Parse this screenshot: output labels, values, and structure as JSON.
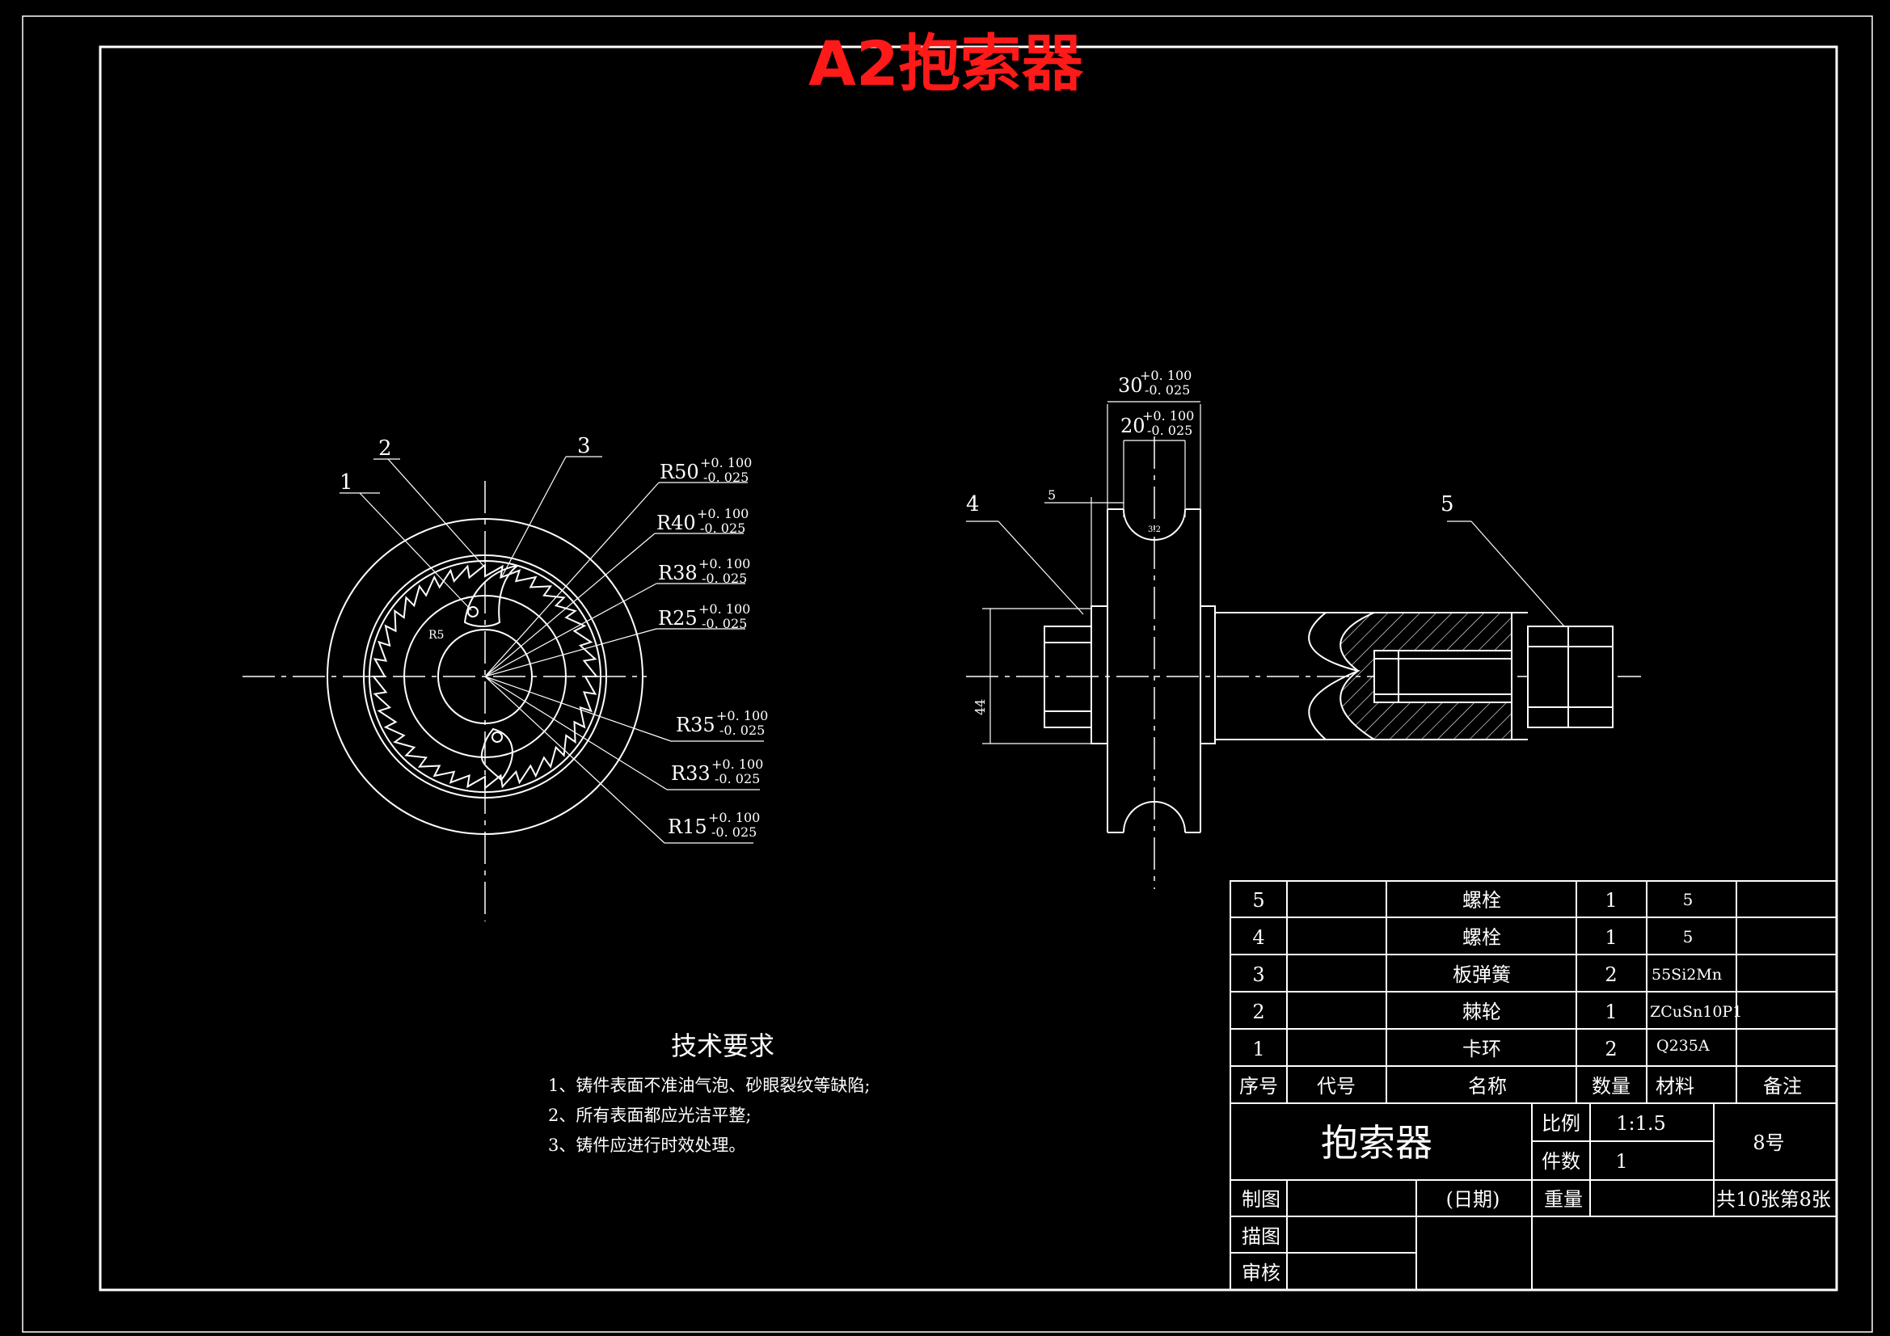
{
  "title": "A2抱索器",
  "colors": {
    "background": "#000000",
    "lines": "#ffffff",
    "title": "#ff1a1a"
  },
  "front_view": {
    "balloons": [
      "1",
      "2",
      "3"
    ],
    "small_radius_label": "R5",
    "radii": [
      {
        "base": "R50",
        "upper": "+0. 100",
        "lower": "-0. 025"
      },
      {
        "base": "R40",
        "upper": "+0. 100",
        "lower": "-0. 025"
      },
      {
        "base": "R38",
        "upper": "+0. 100",
        "lower": "-0. 025"
      },
      {
        "base": "R25",
        "upper": "+0. 100",
        "lower": "-0. 025"
      },
      {
        "base": "R35",
        "upper": "+0. 100",
        "lower": "-0. 025"
      },
      {
        "base": "R33",
        "upper": "+0. 100",
        "lower": "-0. 025"
      },
      {
        "base": "R15",
        "upper": "+0. 100",
        "lower": "-0. 025"
      }
    ]
  },
  "side_view": {
    "dim_30": {
      "base": "30",
      "upper": "+0. 100",
      "lower": "-0. 025"
    },
    "dim_20": {
      "base": "20",
      "upper": "+0. 100",
      "lower": "-0. 025"
    },
    "dim_5": "5",
    "dim_44": "44",
    "groove_label": "3.2",
    "balloon_4": "4",
    "balloon_5": "5"
  },
  "tech_requirements": {
    "heading": "技术要求",
    "items": [
      "1、铸件表面不准油气泡、砂眼裂纹等缺陷;",
      "2、所有表面都应光洁平整;",
      "3、铸件应进行时效处理。"
    ]
  },
  "bom": {
    "rows": [
      {
        "no": "5",
        "code": "",
        "name": "螺栓",
        "qty": "1",
        "material": "5",
        "remark": ""
      },
      {
        "no": "4",
        "code": "",
        "name": "螺栓",
        "qty": "1",
        "material": "5",
        "remark": ""
      },
      {
        "no": "3",
        "code": "",
        "name": "板弹簧",
        "qty": "2",
        "material": "55Si2Mn",
        "remark": ""
      },
      {
        "no": "2",
        "code": "",
        "name": "棘轮",
        "qty": "1",
        "material": "ZCuSn10P1",
        "remark": ""
      },
      {
        "no": "1",
        "code": "",
        "name": "卡环",
        "qty": "2",
        "material": "Q235A",
        "remark": ""
      }
    ],
    "header": {
      "no": "序号",
      "code": "代号",
      "name": "名称",
      "qty": "数量",
      "material": "材料",
      "remark": "备注"
    }
  },
  "title_block": {
    "part_name": "抱索器",
    "scale_label": "比例",
    "scale_value": "1:1.5",
    "count_label": "件数",
    "count_value": "1",
    "drawing_no": "8号",
    "drawn_label": "制图",
    "date_label": "(日期)",
    "weight_label": "重量",
    "sheet_info": "共10张第8张",
    "trace_label": "描图",
    "review_label": "审核"
  }
}
